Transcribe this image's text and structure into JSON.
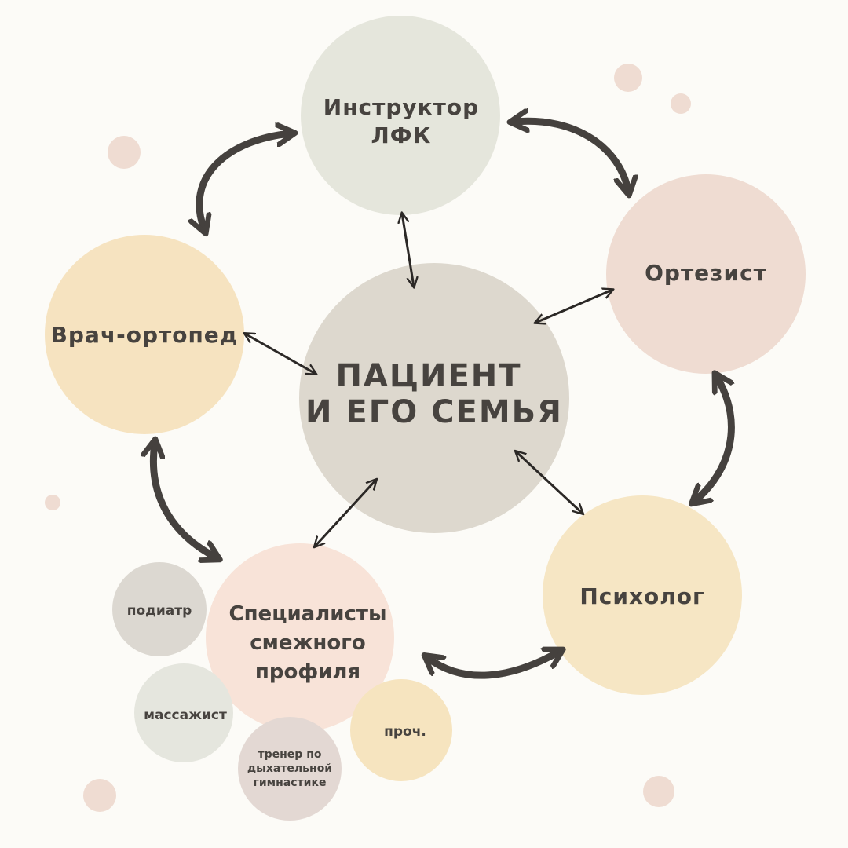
{
  "center": {
    "line1": "ПАЦИЕНТ",
    "line2": "И ЕГО СЕМЬЯ"
  },
  "nodes": {
    "instructor": {
      "line1": "Инструктор",
      "line2": "ЛФК"
    },
    "ortezist": {
      "label": "Ортезист"
    },
    "vrach": {
      "label": "Врач-ортопед"
    },
    "psiholog": {
      "label": "Психолог"
    },
    "specialists": {
      "line1": "Специалисты",
      "line2": "смежного",
      "line3": "профиля"
    }
  },
  "sub_nodes": {
    "podiatr": {
      "label": "подиатр"
    },
    "massazhist": {
      "label": "массажист"
    },
    "trener": {
      "line1": "тренер по",
      "line2": "дыхательной",
      "line3": "гимнастике"
    },
    "proch": {
      "label": "проч."
    }
  },
  "colors": {
    "center": "#ddd8ce",
    "instructor": "#e5e6dc",
    "ortezist": "#efdcd2",
    "vrach": "#f6e3c0",
    "psiholog": "#f6e6c4",
    "specialists": "#f8e3d8",
    "podiatr": "#dcd8d1",
    "massazhist": "#e5e6de",
    "trener": "#e3d8d3",
    "proch": "#f6e4bf",
    "dots": "#efdcd2",
    "arrow": "#45413e",
    "text": "#47433f"
  }
}
